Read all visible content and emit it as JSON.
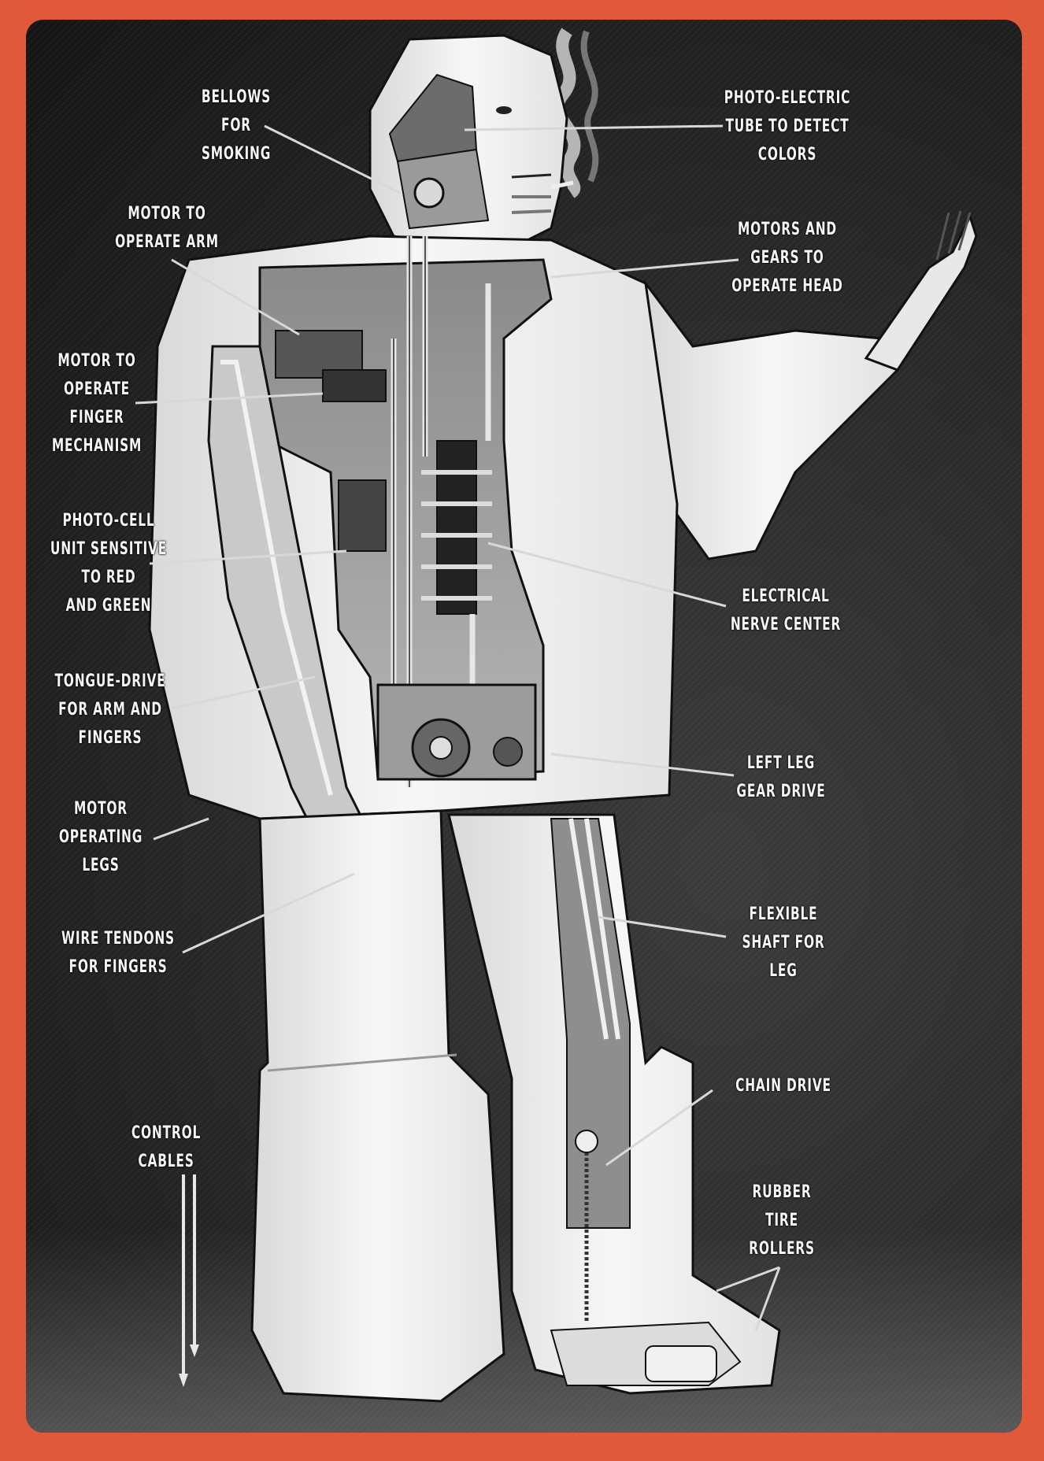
{
  "frame": {
    "border_color": "#E0593A",
    "panel_color": "#1e1e1e"
  },
  "diagram": {
    "subject": "cutaway illustration of a humanoid robot",
    "labels": {
      "bellows": {
        "lines": [
          "BELLOWS",
          "FOR",
          "SMOKING"
        ]
      },
      "motor_arm": {
        "lines": [
          "MOTOR TO",
          "OPERATE ARM"
        ]
      },
      "motor_finger": {
        "lines": [
          "MOTOR TO",
          "OPERATE",
          "FINGER",
          "MECHANISM"
        ]
      },
      "photo_cell": {
        "lines": [
          "PHOTO-CELL",
          "UNIT SENSITIVE",
          "TO RED",
          "AND GREEN"
        ]
      },
      "tongue_drive": {
        "lines": [
          "TONGUE-DRIVE",
          "FOR ARM AND",
          "FINGERS"
        ]
      },
      "motor_legs": {
        "lines": [
          "MOTOR",
          "OPERATING",
          "LEGS"
        ]
      },
      "wire_tendons": {
        "lines": [
          "WIRE TENDONS",
          "FOR FINGERS"
        ]
      },
      "control_cables": {
        "lines": [
          "CONTROL",
          "CABLES"
        ]
      },
      "photo_tube": {
        "lines": [
          "PHOTO-ELECTRIC",
          "TUBE TO DETECT",
          "COLORS"
        ]
      },
      "motors_head": {
        "lines": [
          "MOTORS AND",
          "GEARS TO",
          "OPERATE HEAD"
        ]
      },
      "nerve_center": {
        "lines": [
          "ELECTRICAL",
          "NERVE CENTER"
        ]
      },
      "left_leg_gear": {
        "lines": [
          "LEFT LEG",
          "GEAR DRIVE"
        ]
      },
      "flexible_shaft": {
        "lines": [
          "FLEXIBLE",
          "SHAFT FOR",
          "LEG"
        ]
      },
      "chain_drive": {
        "lines": [
          "CHAIN DRIVE"
        ]
      },
      "rubber_rollers": {
        "lines": [
          "RUBBER",
          "TIRE",
          "ROLLERS"
        ]
      }
    }
  }
}
